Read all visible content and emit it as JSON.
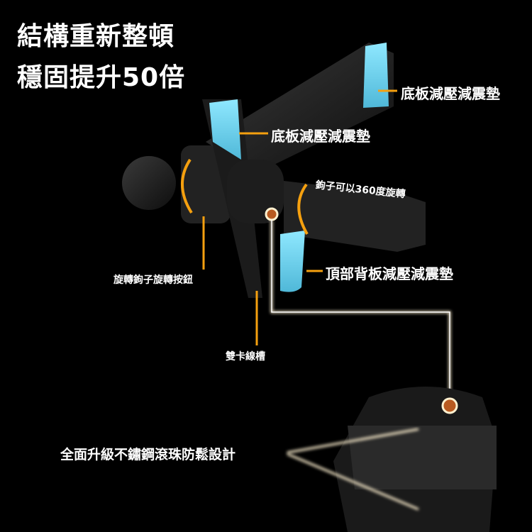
{
  "headline": {
    "line1": "結構重新整頓",
    "line2": "穩固提升50倍"
  },
  "callouts": {
    "base_pad_right": "底板減壓減震墊",
    "base_pad_left": "底板減壓減震墊",
    "hook_rotation": "鉤子可以360度旋轉",
    "rotate_button": "旋轉鉤子旋轉按鈕",
    "top_back_pad": "頂部背板減壓減震墊",
    "cable_slot": "雙卡線槽",
    "steel_balls": "全面升級不鏽鋼滾珠防鬆設計"
  },
  "colors": {
    "accent": "#f5a00f",
    "pad": "#7fe0f5",
    "glow": "#fff1d0"
  }
}
